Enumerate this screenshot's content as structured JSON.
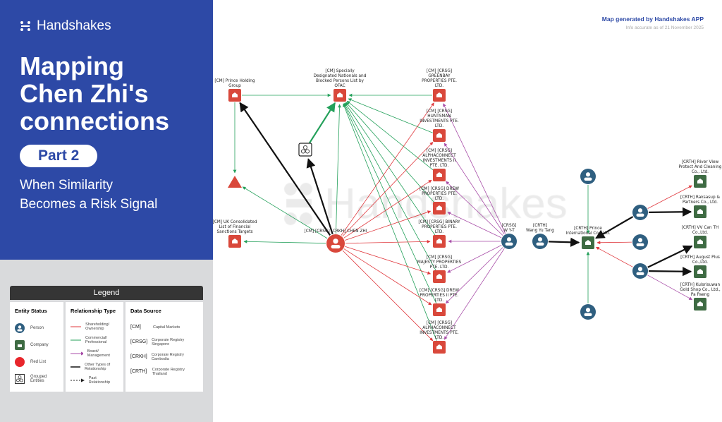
{
  "brand": "Handshakes",
  "title_lines": [
    "Mapping",
    "Chen Zhi's",
    "connections"
  ],
  "part": "Part 2",
  "subtitle_lines": [
    "When Similarity",
    "Becomes a Risk Signal"
  ],
  "header": {
    "generated": "Map generated by Handshakes APP",
    "accuracy": "Info accurate as of 21 November 2025"
  },
  "watermark": "Handshakes",
  "legend": {
    "title": "Legend",
    "entity_status": {
      "title": "Entity Status",
      "items": [
        "Person",
        "Company",
        "Red List",
        "Grouped Entities"
      ]
    },
    "relationship_type": {
      "title": "Relationship Type",
      "items": [
        {
          "label": "Shareholding/ Ownership",
          "color": "#e0393e"
        },
        {
          "label": "Commercial/ Professional",
          "color": "#23a05a"
        },
        {
          "label": "Board/ Management",
          "color": "#a84ea8"
        },
        {
          "label": "Other Types of Relationship",
          "color": "#222222"
        },
        {
          "label": "Past Relationship",
          "color": "#222222"
        }
      ]
    },
    "data_source": {
      "title": "Data Source",
      "items": [
        {
          "code": "[CM]",
          "label": "Capital Markets"
        },
        {
          "code": "[CRSG]",
          "label": "Corporate Registry Singapore"
        },
        {
          "code": "[CRKH]",
          "label": "Corporate Registry Cambodia"
        },
        {
          "code": "[CRTH]",
          "label": "Corporate Registry Thailand"
        }
      ]
    }
  },
  "colors": {
    "red": "#d9483b",
    "green": "#3e6b43",
    "person": "#2f5f80",
    "commercial": "#23a05a",
    "shareholding": "#e0393e",
    "board": "#a84ea8",
    "other": "#111111"
  },
  "nodes": [
    {
      "id": "prince_holding",
      "type": "redco",
      "label": "[CM] Prince Holding Group"
    },
    {
      "id": "ofac",
      "type": "redco",
      "label": "[CM] Specially Designated Nationals and Blocked Persons List by OFAC"
    },
    {
      "id": "greenbay",
      "type": "redco",
      "label": "[CM] [CRSG] GREENBAY PROPERTIES PTE. LTD."
    },
    {
      "id": "huntsman",
      "type": "redco",
      "label": "[CM] [CRSG] HUNTSMAN INVESTMENTS PTE. LTD."
    },
    {
      "id": "alpha2",
      "type": "redco",
      "label": "[CM] [CRSG] ALPHACONNECT INVESTMENTS II PTE. LTD."
    },
    {
      "id": "drew",
      "type": "redco",
      "label": "[CM] [CRSG] DREW PROPERTIES PTE. LTD."
    },
    {
      "id": "binary",
      "type": "redco",
      "label": "[CM] [CRSG] BINARY PROPERTIES PTE. LTD."
    },
    {
      "id": "majesty",
      "type": "redco",
      "label": "[CM] [CRSG] MAJESTY PROPERTIES PTE. LTD."
    },
    {
      "id": "drew2",
      "type": "redco",
      "label": "[CM] [CRSG] DREW PROPERTIES II PTE. LTD."
    },
    {
      "id": "alpha",
      "type": "redco",
      "label": "[CM] [CRSG] ALPHACONNECT INVESTMENTS PTE. LTD."
    },
    {
      "id": "tri",
      "type": "tri",
      "label": ""
    },
    {
      "id": "grouped",
      "type": "group",
      "label": ""
    },
    {
      "id": "uk",
      "type": "redco",
      "label": "[CM] UK Consolidated List of Financial Sanctions Targets"
    },
    {
      "id": "chen",
      "type": "redperson",
      "label": "[CM] [CRSG] [CRKH] CHEN ZHI"
    },
    {
      "id": "wyt",
      "type": "person",
      "label": "[CRSG] W Y-T"
    },
    {
      "id": "wang",
      "type": "person",
      "label": "[CRTH] Wang Yu Tang"
    },
    {
      "id": "pi",
      "type": "greenco",
      "label": "[CRTH] Prince International Co., Ltd."
    },
    {
      "id": "pt",
      "type": "person",
      "label": ""
    },
    {
      "id": "pb",
      "type": "person",
      "label": ""
    },
    {
      "id": "pa",
      "type": "person",
      "label": ""
    },
    {
      "id": "pm",
      "type": "person",
      "label": ""
    },
    {
      "id": "pc",
      "type": "person",
      "label": ""
    },
    {
      "id": "river",
      "type": "greenco",
      "label": "[CRTH] River View Protect And Cleaning Co., Ltd."
    },
    {
      "id": "raksasup",
      "type": "greenco",
      "label": "[CRTH] Raksasup & Partners Co., Ltd."
    },
    {
      "id": "vv",
      "type": "greenco",
      "label": "[CRTH] VV Can TH Co.,Ltd."
    },
    {
      "id": "august",
      "type": "greenco",
      "label": "[CRTH] August Plus Co.,Ltd."
    },
    {
      "id": "kulsri",
      "type": "greenco",
      "label": "[CRTH] Kulsrisuwan Gold Shop Co., Ltd., Pa Paeng"
    }
  ],
  "edges": [
    [
      "chen",
      "ofac",
      "commercial"
    ],
    [
      "chen",
      "uk",
      "commercial"
    ],
    [
      "chen",
      "tri",
      "commercial"
    ],
    [
      "chen",
      "prince_holding",
      "other"
    ],
    [
      "chen",
      "grouped",
      "other"
    ],
    [
      "grouped",
      "ofac",
      "commercial"
    ],
    [
      "prince_holding",
      "ofac",
      "commercial"
    ],
    [
      "prince_holding",
      "tri",
      "commercial"
    ],
    [
      "greenbay",
      "ofac",
      "commercial"
    ],
    [
      "huntsman",
      "ofac",
      "commercial"
    ],
    [
      "alpha2",
      "ofac",
      "commercial"
    ],
    [
      "drew",
      "ofac",
      "commercial"
    ],
    [
      "binary",
      "ofac",
      "commercial"
    ],
    [
      "majesty",
      "ofac",
      "commercial"
    ],
    [
      "drew2",
      "ofac",
      "commercial"
    ],
    [
      "alpha",
      "ofac",
      "commercial"
    ],
    [
      "chen",
      "greenbay",
      "shareholding"
    ],
    [
      "chen",
      "huntsman",
      "shareholding"
    ],
    [
      "chen",
      "alpha2",
      "shareholding"
    ],
    [
      "chen",
      "drew",
      "shareholding"
    ],
    [
      "chen",
      "binary",
      "shareholding"
    ],
    [
      "chen",
      "majesty",
      "shareholding"
    ],
    [
      "chen",
      "drew2",
      "shareholding"
    ],
    [
      "chen",
      "alpha",
      "shareholding"
    ],
    [
      "wyt",
      "greenbay",
      "board"
    ],
    [
      "wyt",
      "huntsman",
      "board"
    ],
    [
      "wyt",
      "alpha2",
      "board"
    ],
    [
      "wyt",
      "drew",
      "board"
    ],
    [
      "wyt",
      "binary",
      "board"
    ],
    [
      "wyt",
      "majesty",
      "board"
    ],
    [
      "wyt",
      "drew2",
      "board"
    ],
    [
      "wyt",
      "alpha",
      "board"
    ],
    [
      "wang",
      "pi",
      "other"
    ],
    [
      "pt",
      "pi",
      "commercial"
    ],
    [
      "pb",
      "pi",
      "commercial"
    ],
    [
      "pa",
      "pi",
      "other"
    ],
    [
      "pm",
      "pi",
      "shareholding"
    ],
    [
      "pc",
      "pi",
      "shareholding"
    ],
    [
      "pa",
      "river",
      "shareholding"
    ],
    [
      "pa",
      "raksasup",
      "other"
    ],
    [
      "pc",
      "vv",
      "other"
    ],
    [
      "pc",
      "august",
      "other"
    ],
    [
      "pc",
      "kulsri",
      "board"
    ]
  ]
}
